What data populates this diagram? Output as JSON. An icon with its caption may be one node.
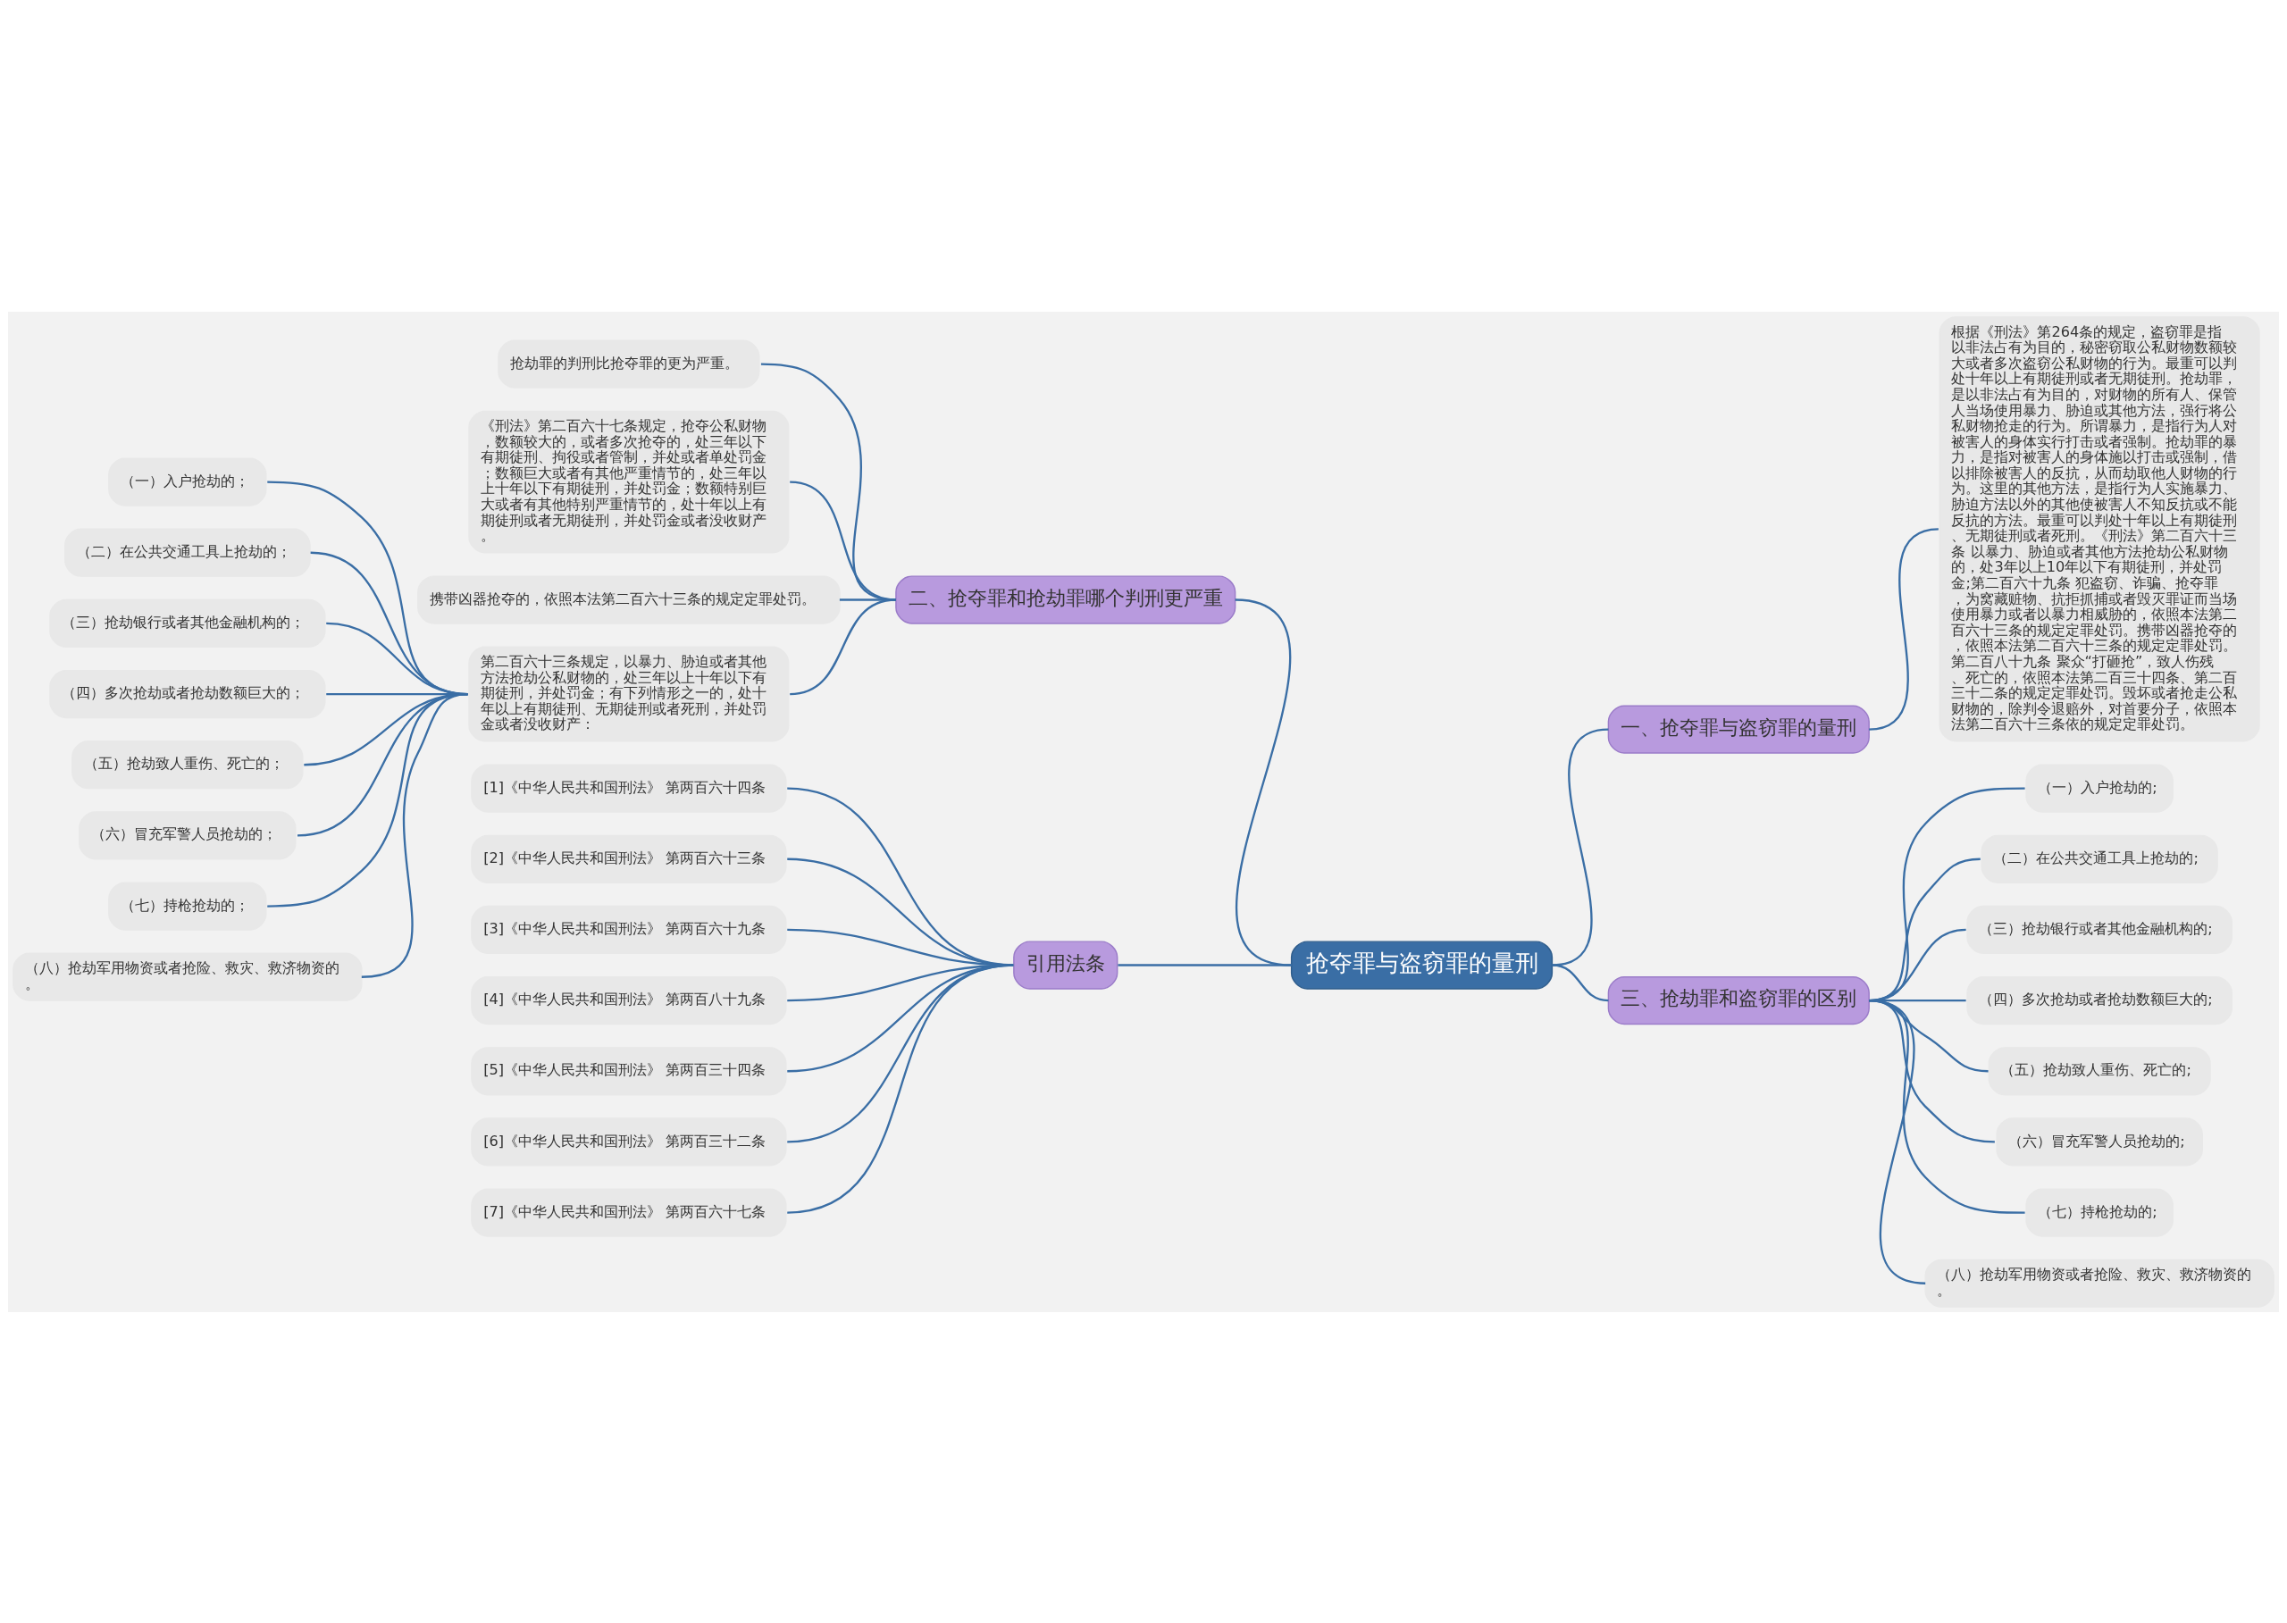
{
  "diagram": {
    "nodes": [
      {
        "text": [
          "抢夺罪与盗窃罪的量刑"
        ]
      },
      {
        "text": [
          "二、抢夺罪和抢劫罪哪个判刑更严重"
        ]
      },
      {
        "text": [
          "抢劫罪的判刑比抢夺罪的更为严重。"
        ]
      },
      {
        "text": [
          "《刑法》第二百六十七条规定，抢夺公私财物，数额较大的，或者多次抢夺的，处三年以下有期徒刑、拘役或者管制，并处或者单处罚金；数额巨大或者有其他严重情节的，处三年以上十年以下有期徒刑，并处罚金；数额特别巨大或者有其他特别严重情节的，处十年以上有期徒刑或者无期徒刑，并处罚金或者没收财产。"
        ]
      },
      {
        "text": [
          "携带凶器抢夺的，依照本法第二百六十三条的规定定罪处罚。"
        ]
      },
      {
        "text": [
          "第二百六十三条规定，以暴力、胁迫或者其他方法抢劫公私财物的，处三年以上十年以下有期徒刑，并处罚金；有下列情形之一的，处十年以上有期徒刑、无期徒刑或者死刑，并处罚金或者没收财产："
        ]
      },
      {
        "text": [
          "（一）入户抢劫的；"
        ]
      },
      {
        "text": [
          "（二）在公共交通工具上抢劫的；"
        ]
      },
      {
        "text": [
          "（三）抢劫银行或者其他金融机构的；"
        ]
      },
      {
        "text": [
          "（四）多次抢劫或者抢劫数额巨大的；"
        ]
      },
      {
        "text": [
          "（五）抢劫致人重伤、死亡的；"
        ]
      },
      {
        "text": [
          "（六）冒充军警人员抢劫的；"
        ]
      },
      {
        "text": [
          "（七）持枪抢劫的；"
        ]
      },
      {
        "text": [
          "（八）抢劫军用物资或者抢险、救灾、救济物资的。"
        ]
      },
      {
        "text": [
          "引用法条"
        ]
      },
      {
        "text": [
          "[1]《中华人民共和国刑法》 第两百六十四条"
        ]
      },
      {
        "text": [
          "[2]《中华人民共和国刑法》 第两百六十三条"
        ]
      },
      {
        "text": [
          "[3]《中华人民共和国刑法》 第两百六十九条"
        ]
      },
      {
        "text": [
          "[4]《中华人民共和国刑法》 第两百八十九条"
        ]
      },
      {
        "text": [
          "[5]《中华人民共和国刑法》 第两百三十四条"
        ]
      },
      {
        "text": [
          "[6]《中华人民共和国刑法》 第两百三十二条"
        ]
      },
      {
        "text": [
          "[7]《中华人民共和国刑法》 第两百六十七条"
        ]
      },
      {
        "text": [
          "一、抢夺罪与盗窃罪的量刑"
        ]
      },
      {
        "text": [
          "根据《刑法》第264条的规定，盗窃罪是指以非法占有为目的，秘密窃取公私财物数额较大或者多次盗窃公私财物的行为。最重可以判处十年以上有期徒刑或者无期徒刑。抢劫罪，是以非法占有为目的，对财物的所有人、保管人当场使用暴力、胁迫或其他方法，强行将公私财物抢走的行为。所谓暴力，是指行为人对被害人的身体实行打击或者强制。抢劫罪的暴力，是指对被害人的身体施以打击或强制，借以排除被害人的反抗，从而劫取他人财物的行为。这里的其他方法，是指行为人实施暴力、胁迫方法以外的其他使被害人不知反抗或不能反抗的方法。最重可以判处十年以上有期徒刑、无期徒刑或者死刑。《刑法》第二百六十三条 以暴力、胁迫或者其他方法抢劫公私财物的，处3年以上10年以下有期徒刑，并处罚金;第二百六十九条 犯盗窃、诈骗、抢夺罪，为窝藏赃物、抗拒抓捕或者毁灭罪证而当场使用暴力或者以暴力相威胁的，依照本法第二百六十三条的规定定罪处罚。携带凶器抢夺的，依照本法第二百六十三条的规定定罪处罚。第二百八十九条 聚众“打砸抢”，致人伤残、死亡的，依照本法第二百三十四条、第二百三十二条的规定定罪处罚。毁坏或者抢走公私财物的，除判令退赔外，对首要分子，依照本法第二百六十三条依的规定定罪处罚。"
        ]
      },
      {
        "text": [
          "三、抢劫罪和盗窃罪的区别"
        ]
      },
      {
        "text": [
          "（一）入户抢劫的;"
        ]
      },
      {
        "text": [
          "（二）在公共交通工具上抢劫的;"
        ]
      },
      {
        "text": [
          "（三）抢劫银行或者其他金融机构的;"
        ]
      },
      {
        "text": [
          "（四）多次抢劫或者抢劫数额巨大的;"
        ]
      },
      {
        "text": [
          "（五）抢劫致人重伤、死亡的;"
        ]
      },
      {
        "text": [
          "（六）冒充军警人员抢劫的;"
        ]
      },
      {
        "text": [
          "（七）持枪抢劫的;"
        ]
      },
      {
        "text": [
          "（八）抢劫军用物资或者抢险、救灾、救济物资的。"
        ]
      }
    ],
    "edges": [
      {
        "from": 0,
        "to": 1,
        "arrow": "none"
      },
      {
        "from": 1,
        "to": 2,
        "arrow": "none"
      },
      {
        "from": 1,
        "to": 3,
        "arrow": "none"
      },
      {
        "from": 1,
        "to": 4,
        "arrow": "none"
      },
      {
        "from": 1,
        "to": 5,
        "arrow": "none"
      },
      {
        "from": 5,
        "to": 6,
        "arrow": "none"
      },
      {
        "from": 5,
        "to": 7,
        "arrow": "none"
      },
      {
        "from": 5,
        "to": 8,
        "arrow": "none"
      },
      {
        "from": 5,
        "to": 9,
        "arrow": "none"
      },
      {
        "from": 5,
        "to": 10,
        "arrow": "none"
      },
      {
        "from": 5,
        "to": 11,
        "arrow": "none"
      },
      {
        "from": 5,
        "to": 12,
        "arrow": "none"
      },
      {
        "from": 5,
        "to": 13,
        "arrow": "none"
      },
      {
        "from": 0,
        "to": 14,
        "arrow": "none"
      },
      {
        "from": 14,
        "to": 15,
        "arrow": "none"
      },
      {
        "from": 14,
        "to": 16,
        "arrow": "none"
      },
      {
        "from": 14,
        "to": 17,
        "arrow": "none"
      },
      {
        "from": 14,
        "to": 18,
        "arrow": "none"
      },
      {
        "from": 14,
        "to": 19,
        "arrow": "none"
      },
      {
        "from": 14,
        "to": 20,
        "arrow": "none"
      },
      {
        "from": 14,
        "to": 21,
        "arrow": "none"
      },
      {
        "from": 0,
        "to": 22,
        "arrow": "none"
      },
      {
        "from": 22,
        "to": 23,
        "arrow": "none"
      },
      {
        "from": 0,
        "to": 24,
        "arrow": "none"
      },
      {
        "from": 24,
        "to": 25,
        "arrow": "none"
      },
      {
        "from": 24,
        "to": 26,
        "arrow": "none"
      },
      {
        "from": 24,
        "to": 27,
        "arrow": "none"
      },
      {
        "from": 24,
        "to": 28,
        "arrow": "none"
      },
      {
        "from": 24,
        "to": 29,
        "arrow": "none"
      },
      {
        "from": 24,
        "to": 30,
        "arrow": "none"
      },
      {
        "from": 24,
        "to": 31,
        "arrow": "none"
      },
      {
        "from": 24,
        "to": 32,
        "arrow": "none"
      }
    ]
  }
}
